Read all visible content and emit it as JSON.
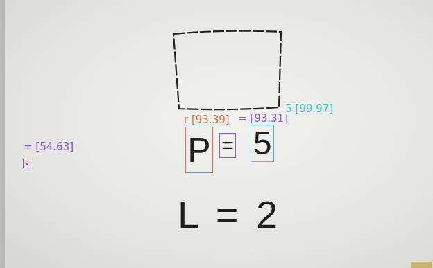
{
  "diagram": {
    "nodes": [
      {
        "text": [
          "= [54.63]"
        ]
      },
      {
        "text": [
          "r [93.39]",
          "P"
        ]
      },
      {
        "text": [
          "= [93.31]",
          "="
        ]
      },
      {
        "text": [
          "5 [99.97]",
          "5"
        ]
      }
    ],
    "labels": [
      "L = 2"
    ]
  }
}
